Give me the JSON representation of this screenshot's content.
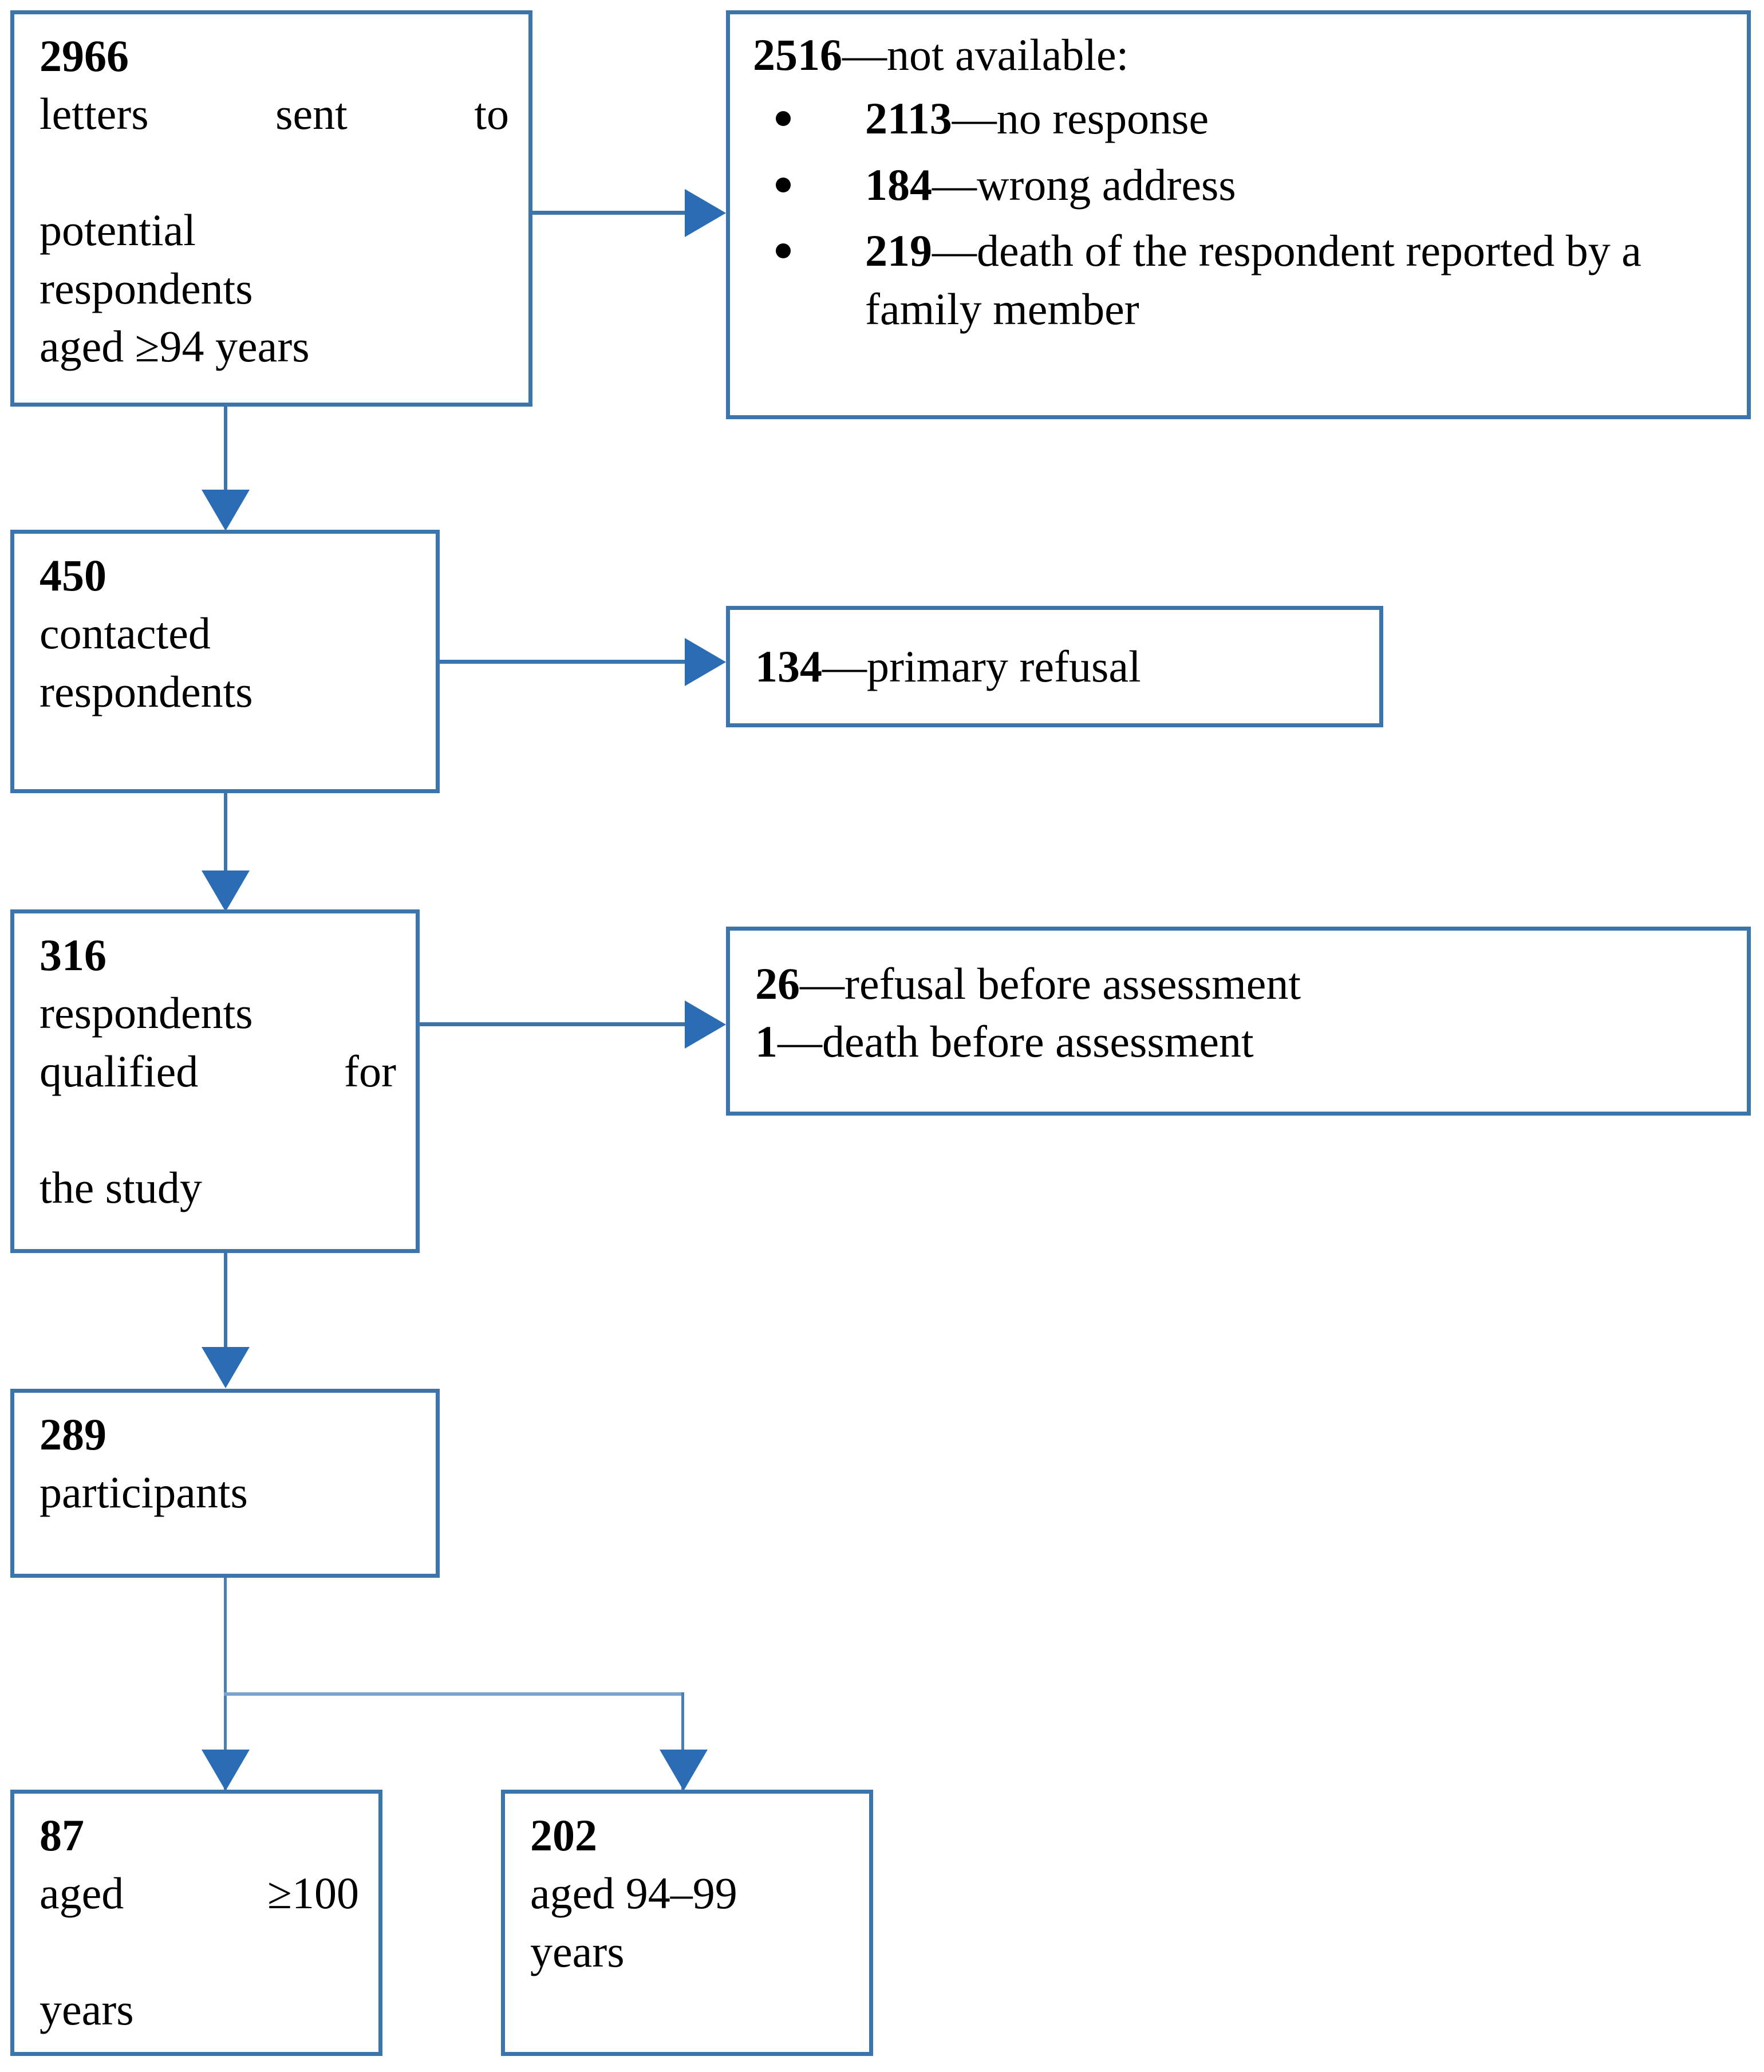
{
  "diagram": {
    "title": "Participant recruitment flow diagram",
    "accent_color": "#3c74ac",
    "arrow_color": "#2a6db5",
    "box_fill": "#ffffff",
    "text_color": "#000000"
  },
  "nodes": {
    "letters_sent": {
      "count": "2966",
      "line1": "letters sent to",
      "line2": "potential",
      "line3": "respondents",
      "line4": "aged ≥94 years",
      "full_text": "2966 letters sent to potential respondents aged ≥94 years"
    },
    "not_available": {
      "count": "2516",
      "dash": "—",
      "label": "not available:",
      "header": "2516—not available:",
      "items": [
        {
          "count": "2113",
          "dash": "—",
          "label": "no response",
          "full": "2113—no response"
        },
        {
          "count": "184",
          "dash": "—",
          "label": "wrong address",
          "full": "184—wrong address"
        },
        {
          "count": "219",
          "dash": "—",
          "label": "death of the respondent reported by a family member",
          "full": "219—death of the respondent reported by a family member"
        }
      ]
    },
    "contacted": {
      "count": "450",
      "line1": "contacted",
      "line2": "respondents",
      "full_text": "450 contacted respondents"
    },
    "primary_refusal": {
      "count": "134",
      "dash": "—",
      "label": "primary refusal",
      "full_text": "134—primary refusal"
    },
    "qualified": {
      "count": "316",
      "line1": "respondents",
      "line2": "qualified for",
      "line3": "the study",
      "full_text": "316 respondents qualified for the study"
    },
    "excluded": {
      "rows": [
        {
          "count": "26",
          "dash": "—",
          "label": "refusal before assessment",
          "full": "26—refusal before assessment"
        },
        {
          "count": "1",
          "dash": "—",
          "label": "death before assessment",
          "full": "1—death before assessment"
        }
      ]
    },
    "participants": {
      "count": "289",
      "line1": "participants",
      "full_text": "289 participants"
    },
    "centenarians": {
      "count": "87",
      "line1": "aged ≥100",
      "line2": "years",
      "full_text": "87 aged ≥100 years"
    },
    "nonagenarians": {
      "count": "202",
      "line1": "aged 94–99",
      "line2": "years",
      "full_text": "202 aged 94–99 years"
    }
  },
  "edges": [
    {
      "name": "letters-to-not-available",
      "from": "letters_sent",
      "to": "not_available",
      "direction": "right"
    },
    {
      "name": "letters-to-contacted",
      "from": "letters_sent",
      "to": "contacted",
      "direction": "down"
    },
    {
      "name": "contacted-to-primary-refusal",
      "from": "contacted",
      "to": "primary_refusal",
      "direction": "right"
    },
    {
      "name": "contacted-to-qualified",
      "from": "contacted",
      "to": "qualified",
      "direction": "down"
    },
    {
      "name": "qualified-to-excluded",
      "from": "qualified",
      "to": "excluded",
      "direction": "right"
    },
    {
      "name": "qualified-to-participants",
      "from": "qualified",
      "to": "participants",
      "direction": "down"
    },
    {
      "name": "participants-to-centenarians",
      "from": "participants",
      "to": "centenarians",
      "direction": "down"
    },
    {
      "name": "participants-to-nonagenarians",
      "from": "participants",
      "to": "nonagenarians",
      "direction": "down-right"
    }
  ]
}
